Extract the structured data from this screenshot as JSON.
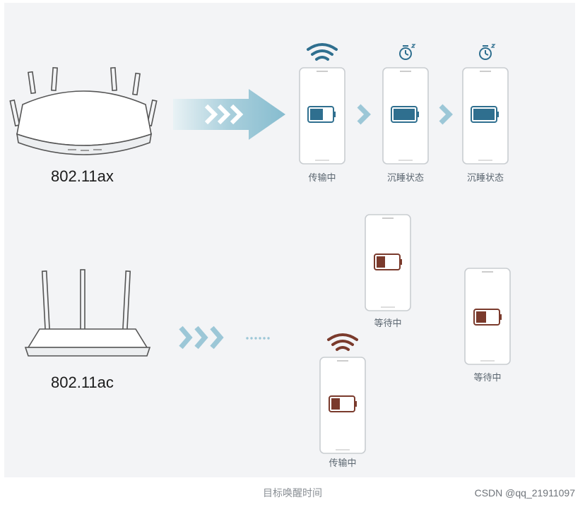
{
  "routers": {
    "ax": {
      "label": "802.11ax"
    },
    "ac": {
      "label": "802.11ac"
    }
  },
  "top_row": [
    {
      "status": "传输中",
      "state": "transmitting"
    },
    {
      "status": "沉睡状态",
      "state": "sleeping"
    },
    {
      "status": "沉睡状态",
      "state": "sleeping"
    }
  ],
  "bottom_row": [
    {
      "status": "等待中",
      "state": "waiting"
    },
    {
      "status": "等待中",
      "state": "waiting"
    },
    {
      "status": "传输中",
      "state": "transmitting"
    }
  ],
  "caption": "目标唤醒时间",
  "watermark": "CSDN @qq_21911097",
  "colors": {
    "ax_accent": "#2f6f8f",
    "ac_accent": "#7a3a2c",
    "arrow": "#9cc7d7",
    "phone_border": "#c9cdd1"
  }
}
